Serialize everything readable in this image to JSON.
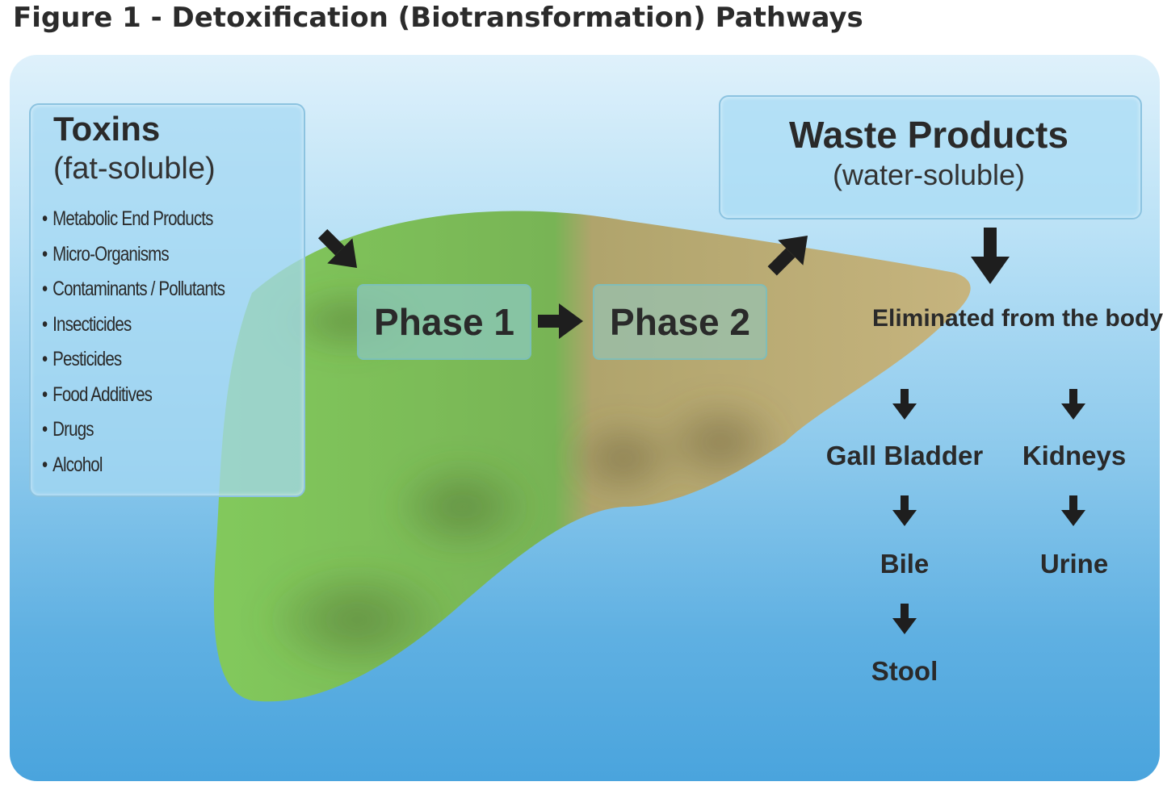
{
  "figure": {
    "title": "Figure 1 - Detoxification (Biotransformation) Pathways"
  },
  "toxins": {
    "title": "Toxins",
    "subtitle": "(fat-soluble)",
    "items": [
      "Metabolic End Products",
      "Micro-Organisms",
      "Contaminants / Pollutants",
      "Insecticides",
      "Pesticides",
      "Food Additives",
      "Drugs",
      "Alcohol"
    ]
  },
  "phases": {
    "phase1": "Phase 1",
    "phase2": "Phase 2"
  },
  "waste": {
    "title": "Waste Products",
    "subtitle": "(water-soluble)"
  },
  "elimination": {
    "heading": "Eliminated from the body via:",
    "gall_bladder": "Gall Bladder",
    "kidneys": "Kidneys",
    "bile": "Bile",
    "urine": "Urine",
    "stool": "Stool"
  },
  "colors": {
    "liver_green": "#7cc55a",
    "liver_tan": "#b9a772",
    "panel_top": "#dff1fb",
    "panel_bottom": "#4aa4dd",
    "arrow": "#1e1e1e",
    "text": "#2a2a2a"
  }
}
